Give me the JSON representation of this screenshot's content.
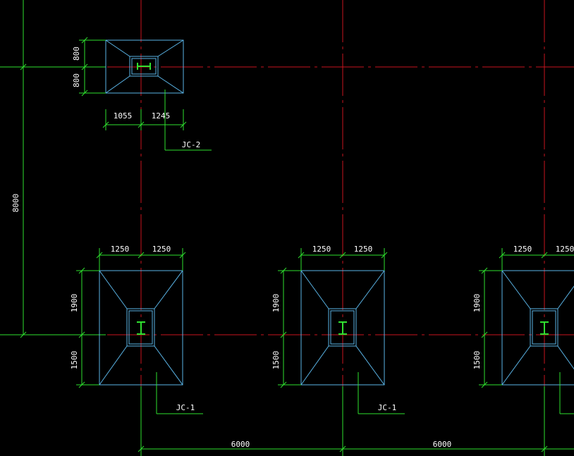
{
  "colors": {
    "background": "#000000",
    "axis_line": "#c8141e",
    "dimension_line": "#2ee02e",
    "foundation_outline": "#5ab4e6",
    "column_section": "#30e030",
    "text": "#ffffff"
  },
  "foundations": [
    {
      "label": "JC-2",
      "dims_horizontal": [
        "1055",
        "1245"
      ],
      "dims_vertical": [
        "800",
        "800"
      ]
    },
    {
      "label": "JC-1",
      "dims_horizontal": [
        "1250",
        "1250"
      ],
      "dims_vertical": [
        "1900",
        "1500"
      ]
    },
    {
      "label": "JC-1",
      "dims_horizontal": [
        "1250",
        "1250"
      ],
      "dims_vertical": [
        "1900",
        "1500"
      ]
    },
    {
      "label": "",
      "dims_horizontal": [
        "1250",
        "1250"
      ],
      "dims_vertical": [
        "1900",
        "1500"
      ]
    }
  ],
  "grid_dims": {
    "vertical_span": "8000",
    "horizontal_spans": [
      "6000",
      "6000"
    ]
  }
}
